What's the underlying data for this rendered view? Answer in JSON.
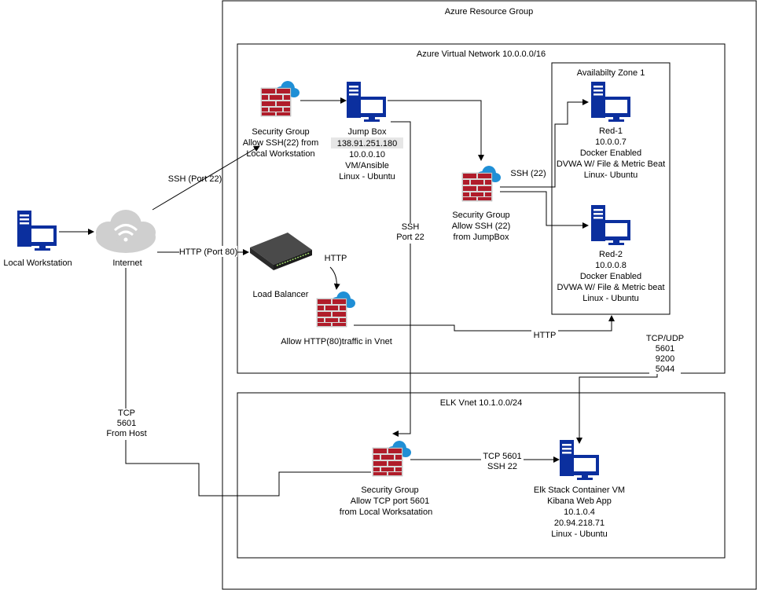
{
  "containers": {
    "resource_group": "Azure Resource Group",
    "vnet": "Azure Virtual Network 10.0.0.0/16",
    "az": "Availabilty Zone 1",
    "elk_vnet": "ELK Vnet 10.1.0.0/24"
  },
  "nodes": {
    "local_workstation": "Local Workstation",
    "internet": "Internet",
    "sg_ssh": [
      "Security Group",
      "Allow SSH(22) from",
      "Local Workstation"
    ],
    "jumpbox": [
      "Jump Box",
      "138.91.251.180",
      "10.0.0.10",
      "VM/Ansible",
      "Linux - Ubuntu"
    ],
    "sg_jump": [
      "Security Group",
      "Allow SSH (22)",
      "from JumpBox"
    ],
    "red1": [
      "Red-1",
      "10.0.0.7",
      "Docker Enabled",
      "DVWA W/ File & Metric Beat",
      "Linux- Ubuntu"
    ],
    "red2": [
      "Red-2",
      "10.0.0.8",
      "Docker Enabled",
      "DVWA W/ File & Metric beat",
      "Linux - Ubuntu"
    ],
    "load_balancer": "Load Balancer",
    "sg_http": "Allow HTTP(80)traffic in Vnet",
    "sg_elk": [
      "Security Group",
      "Allow TCP port 5601",
      "from Local Worksatation"
    ],
    "elk_vm": [
      "Elk Stack Container VM",
      "Kibana Web App",
      "10.1.0.4",
      "20.94.218.71",
      "Linux - Ubuntu"
    ]
  },
  "edges": {
    "ssh_port22": "SSH (Port 22)",
    "http_port80": "HTTP (Port 80)",
    "http_lb": "HTTP",
    "http_red2": "HTTP",
    "ssh22": "SSH (22)",
    "ssh_port22_elk": [
      "SSH",
      "Port 22"
    ],
    "tcp_udp": [
      "TCP/UDP",
      "5601",
      "9200",
      "5044"
    ],
    "tcp_from_host": [
      "TCP",
      "5601",
      "From Host"
    ],
    "tcp_ssh_elk": [
      "TCP 5601",
      "SSH 22"
    ]
  },
  "colors": {
    "server": "#0b2f9e",
    "firewall_red": "#b01c2a",
    "cloud_blue": "#1f8fd6",
    "cloud_grey": "#cfcfcf",
    "switch_dark": "#2b2b2b"
  },
  "icons": {
    "server": "server-icon",
    "firewall": "firewall-icon",
    "cloud": "cloud-icon",
    "switch": "network-switch-icon"
  }
}
